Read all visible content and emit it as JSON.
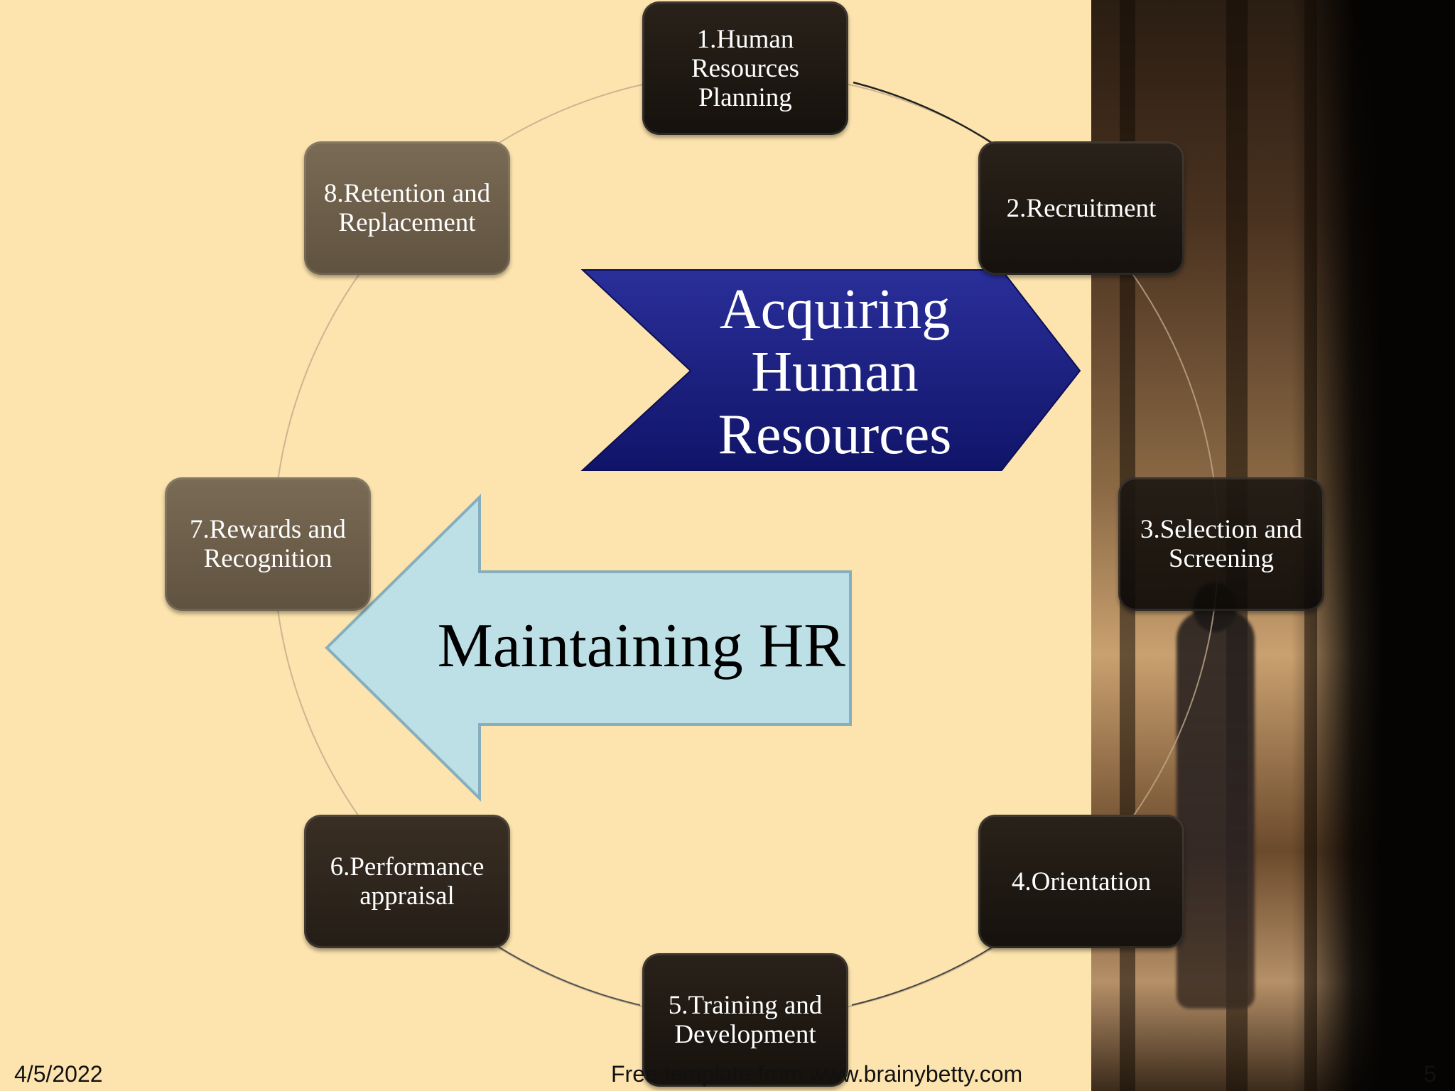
{
  "cycle": {
    "steps": [
      {
        "label": "1.Human Resources Planning"
      },
      {
        "label": "2.Recruitment"
      },
      {
        "label": "3.Selection and Screening"
      },
      {
        "label": "4.Orientation"
      },
      {
        "label": "5.Training and Development"
      },
      {
        "label": "6.Performance appraisal"
      },
      {
        "label": "7.Rewards and Recognition"
      },
      {
        "label": "8.Retention and Replacement"
      }
    ]
  },
  "arrows": {
    "acquiring": "Acquiring Human Resources",
    "maintaining": "Maintaining HR"
  },
  "footer": {
    "date": "4/5/2022",
    "credit": "Free template from www.brainybetty.com",
    "page": "5"
  },
  "colors": {
    "background": "#fde4ae",
    "acquiring_arrow": "#1a1f7a",
    "maintaining_arrow": "#bde0e6",
    "node_dark": "#15110c",
    "node_mid": "#6b5e4a"
  }
}
